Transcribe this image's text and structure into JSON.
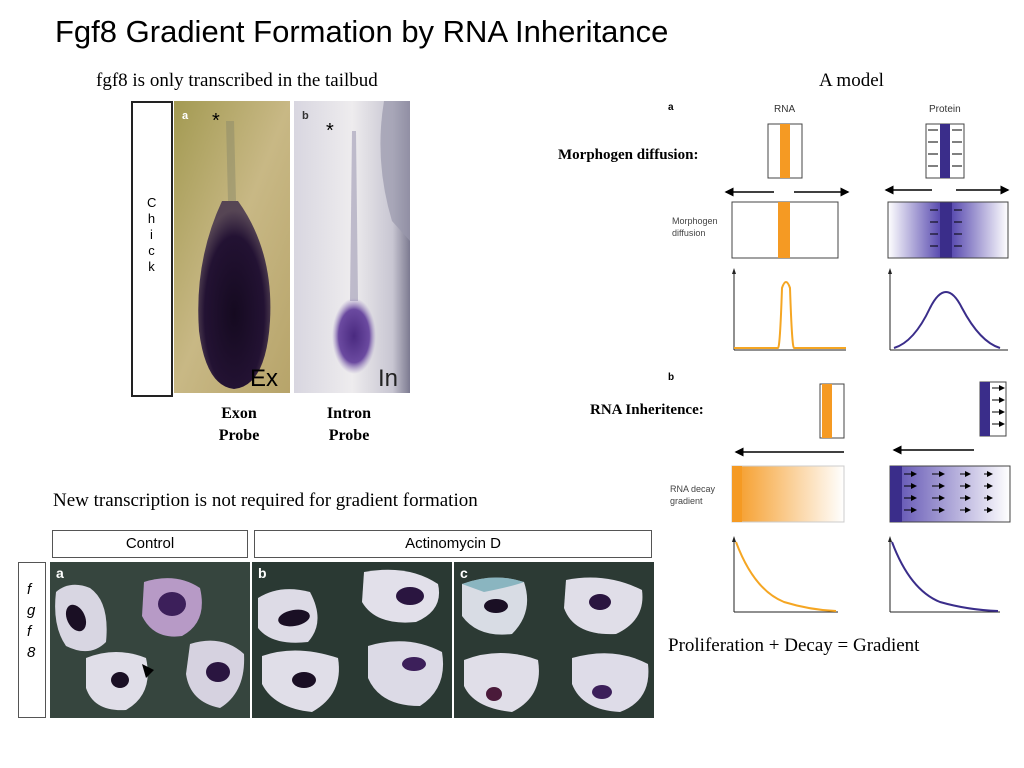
{
  "title": "Fgf8 Gradient Formation by RNA Inheritance",
  "left_top": {
    "caption": "fgf8 is only transcribed in the tailbud",
    "side_label": "Chick",
    "panel_a": {
      "letter": "a",
      "asterisk": "*",
      "corner_label": "Ex"
    },
    "panel_b": {
      "letter": "b",
      "asterisk": "*",
      "corner_label": "In"
    },
    "exon_label": [
      "Exon",
      "Probe"
    ],
    "intron_label": [
      "Intron",
      "Probe"
    ]
  },
  "left_bottom": {
    "caption": "New transcription is not required for gradient formation",
    "headers": {
      "control": "Control",
      "treatment": "Actinomycin D"
    },
    "side_label": "fgf8",
    "panels": [
      "a",
      "b",
      "c"
    ]
  },
  "model": {
    "caption": "A model",
    "part_a": {
      "letter": "a",
      "col_rna": "RNA",
      "col_protein": "Protein",
      "row_label": "Morphogen diffusion:",
      "inner_label": [
        "Morphogen",
        "diffusion"
      ]
    },
    "part_b": {
      "letter": "b",
      "row_label": "RNA Inheritence:",
      "inner_label": [
        "RNA decay",
        "gradient"
      ]
    },
    "conclusion": "Proliferation + Decay = Gradient"
  },
  "colors": {
    "orange": "#f59a23",
    "purple": "#3a2d8a",
    "tail_stain": "#1e0f2a"
  }
}
